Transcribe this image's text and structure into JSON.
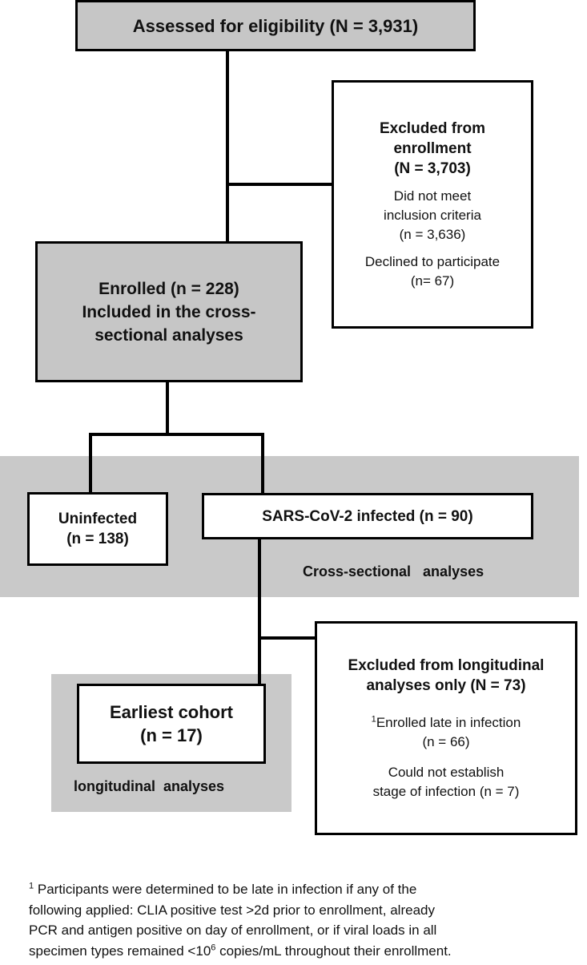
{
  "assessed": {
    "label": "Assessed for eligibility (N = 3,931)"
  },
  "excluded_enrollment": {
    "title_line1": "Excluded from",
    "title_line2": "enrollment",
    "title_line3": "(N = 3,703)",
    "criteria_line1": "Did not meet",
    "criteria_line2": "inclusion criteria",
    "criteria_count": "(n = 3,636)",
    "declined_label": "Declined to participate",
    "declined_count": "(n= 67)"
  },
  "enrolled": {
    "line1": "Enrolled (n = 228)",
    "line2": "Included in the cross-",
    "line3": "sectional analyses"
  },
  "uninfected": {
    "line1": "Uninfected",
    "line2": "(n = 138)"
  },
  "infected": {
    "label": "SARS-CoV-2 infected (n = 90)"
  },
  "cross_sectional_label": "Cross-sectional   analyses",
  "excluded_longitudinal": {
    "title_line1": "Excluded from longitudinal",
    "title_line2": "analyses only (N = 73)",
    "late_sup": "1",
    "late_label": "Enrolled late in infection",
    "late_count": "(n = 66)",
    "stage_line1": "Could not establish",
    "stage_line2": "stage of infection (n = 7)"
  },
  "earliest": {
    "line1": "Earliest cohort",
    "line2": "(n = 17)"
  },
  "longitudinal_label": "longitudinal  analyses",
  "footnote": {
    "sup": "1",
    "line1": " Participants were determined to be late in infection if any of the",
    "line2": "following applied: CLIA positive test >2d prior to enrollment, already",
    "line3": "PCR and antigen positive on day of enrollment, or if viral loads in all",
    "line4_pre": "specimen types remained <10",
    "line4_sup": "6",
    "line4_post": " copies/mL throughout their enrollment."
  }
}
